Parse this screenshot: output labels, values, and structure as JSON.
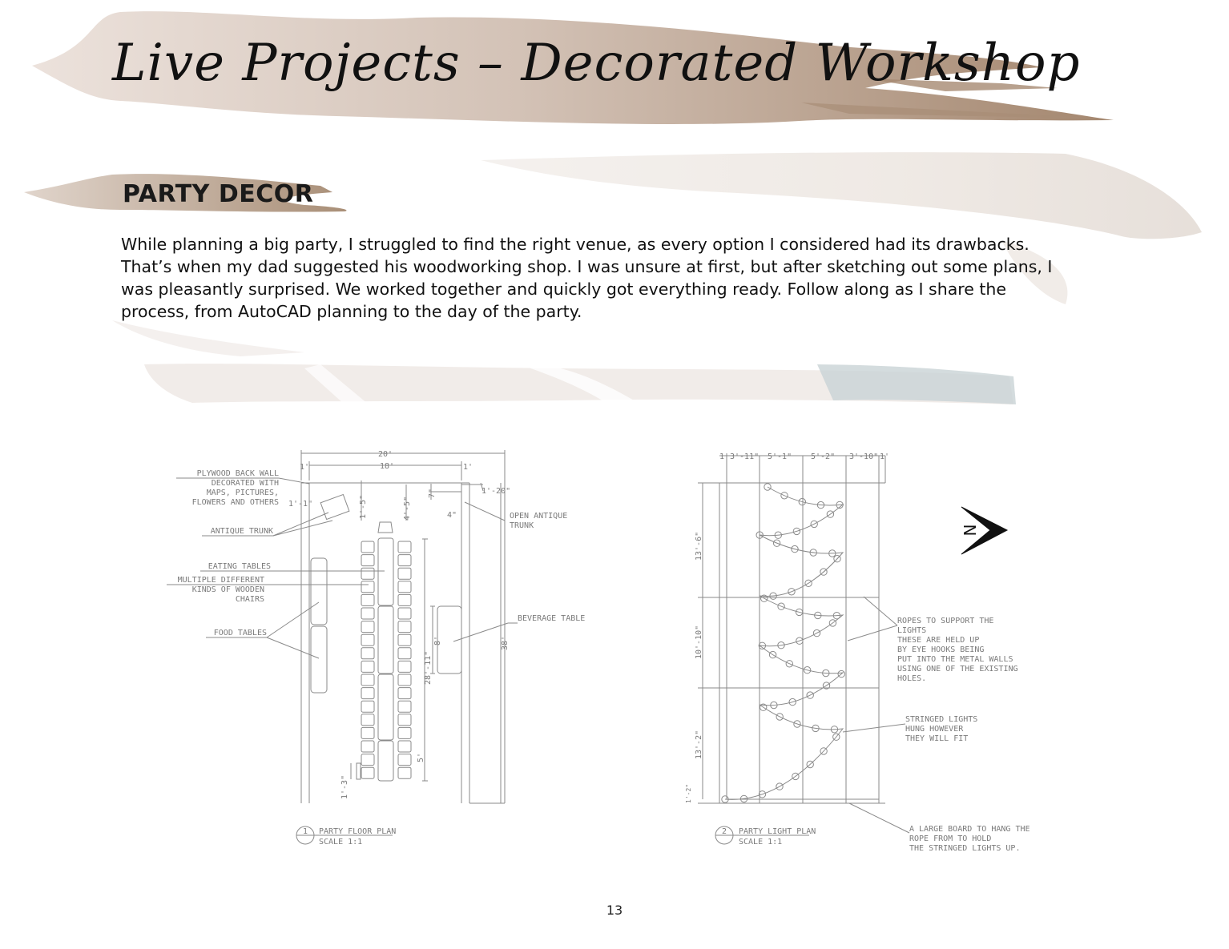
{
  "header": {
    "title": "Live Projects – Decorated Workshop"
  },
  "section": {
    "heading": "PARTY DECOR",
    "body": "While planning a big party, I struggled to find the right venue, as every option I considered had its drawbacks. That’s when my dad suggested his woodworking shop. I was unsure at first, but after sketching out some plans, I was pleasantly surprised. We worked together and quickly got everything ready. Follow along as I share the process, from AutoCAD planning to the day of the party."
  },
  "floor_plan": {
    "number": "1",
    "title": "PARTY FLOOR PLAN",
    "scale": "SCALE 1:1",
    "dimensions": {
      "overall_width": "20'",
      "inner_width": "18'",
      "left_offset": "1'",
      "right_offset": "1'",
      "trunk_offset": "1'-1\"",
      "trunk_depth": "1'-5\"",
      "table_gap": "4'-5\"",
      "open_trunk_width": "7\"",
      "open_trunk_depth": "4\"",
      "right_wall": "1'-20\"",
      "table_run": "28'-11\"",
      "beverage_length": "8'",
      "overall_length": "38'",
      "end_table": "5'",
      "end_chair": "1'-3\""
    },
    "labels": {
      "plywood": [
        "PLYWOOD BACK WALL",
        "DECORATED WITH",
        "MAPS, PICTURES,",
        "FLOWERS AND OTHERS"
      ],
      "antique_trunk": "ANTIQUE TRUNK",
      "open_trunk": [
        "OPEN ANTIQUE",
        "TRUNK"
      ],
      "eating_tables": "EATING TABLES",
      "chairs": [
        "MULTIPLE DIFFERENT",
        "KINDS OF WOODEN",
        "CHAIRS"
      ],
      "food_tables": "FOOD TABLES",
      "beverage_table": "BEVERAGE TABLE"
    }
  },
  "light_plan": {
    "number": "2",
    "title": "PARTY LIGHT PLAN",
    "scale": "SCALE 1:1",
    "dimensions": {
      "top": [
        "1'",
        "3'-11\"",
        "5'-1\"",
        "5'-2\"",
        "3'-10\"",
        "1'"
      ],
      "side": [
        "13'-6\"",
        "10'-10\"",
        "13'-2\"",
        "1'-2\""
      ]
    },
    "labels": {
      "ropes": [
        "ROPES TO SUPPORT THE",
        "LIGHTS",
        "THESE ARE HELD UP",
        "BY EYE HOOKS BEING",
        "PUT INTO THE METAL WALLS",
        "USING ONE OF THE EXISTING",
        "HOLES."
      ],
      "lights": [
        "STRINGED LIGHTS",
        "HUNG HOWEVER",
        "THEY WILL FIT"
      ],
      "board": [
        "A LARGE BOARD TO HANG THE",
        "ROPE FROM TO HOLD",
        "THE STRINGED LIGHTS UP."
      ]
    },
    "north_symbol": "N"
  },
  "footer": {
    "page_number": "13"
  },
  "colors": {
    "brush_light": "#e3d5cc",
    "brush_dark": "#a58a72",
    "wash_blue": "#c9d3d6",
    "drawing_line": "#8a8a8a",
    "drawing_text": "#7a7a7a"
  }
}
